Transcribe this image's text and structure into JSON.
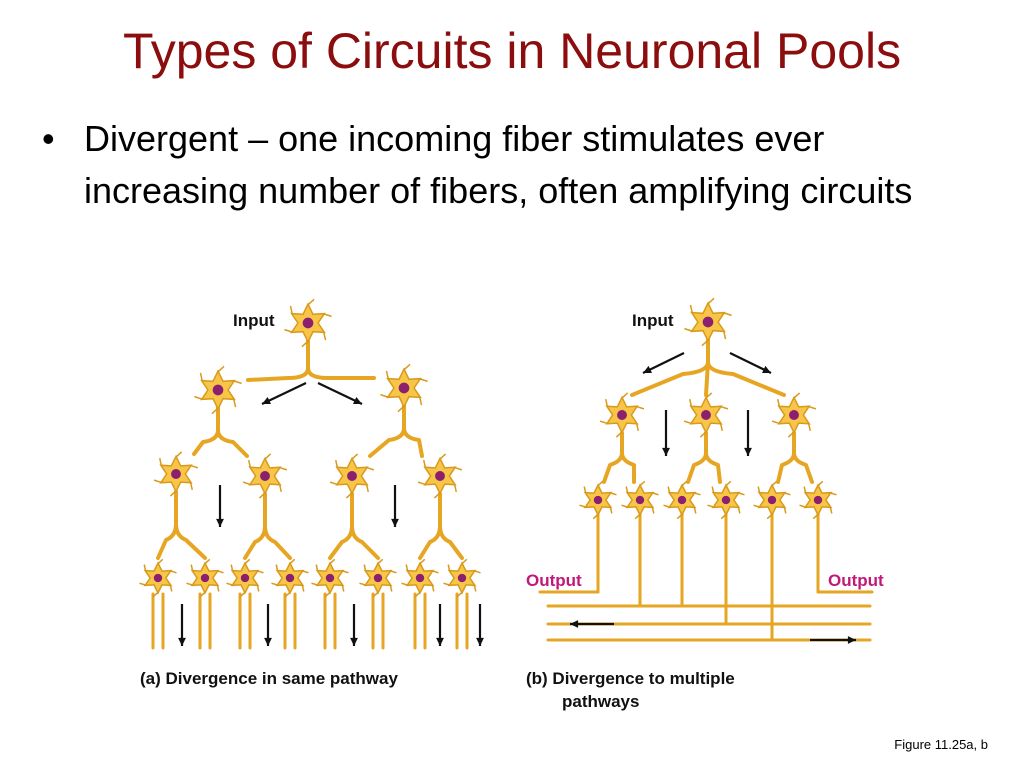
{
  "slide": {
    "title": "Types of Circuits in Neuronal Pools",
    "bullet_symbol": "•",
    "bullet_text": "Divergent – one incoming fiber stimulates ever increasing number of fibers, often amplifying circuits",
    "figure_reference": "Figure 11.25a, b"
  },
  "diagram": {
    "colors": {
      "neuron_fill": "#f7c548",
      "neuron_stroke": "#d99a1c",
      "nucleus": "#8c1f6e",
      "axon": "#e6a623",
      "arrow": "#111111",
      "output_label": "#c2187a"
    },
    "panel_a": {
      "input_label": "Input",
      "caption": "(a) Divergence in same pathway"
    },
    "panel_b": {
      "input_label": "Input",
      "output_left": "Output",
      "output_right": "Output",
      "caption_line1": "(b) Divergence to multiple",
      "caption_line2": "pathways"
    }
  }
}
